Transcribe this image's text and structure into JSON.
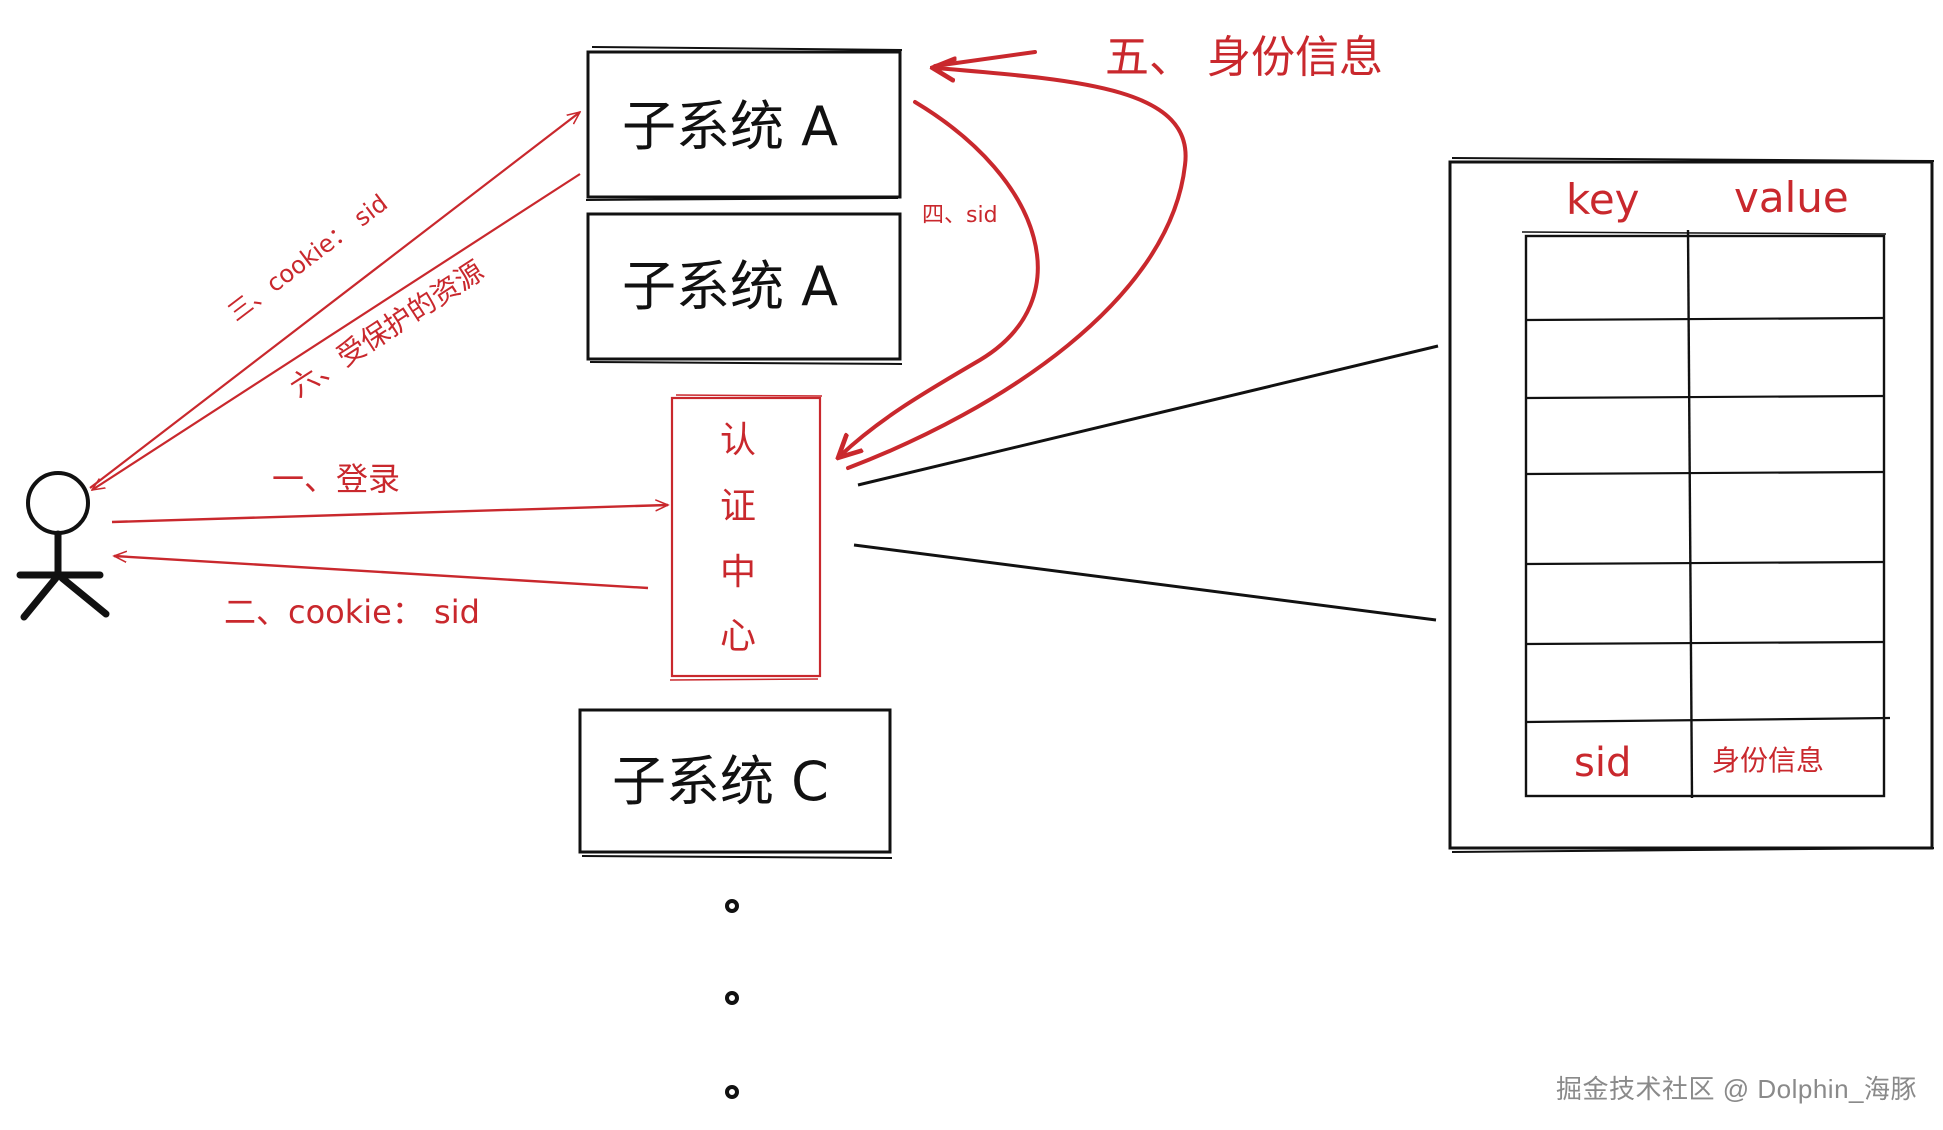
{
  "colors": {
    "ink": "#111111",
    "accent_red": "#c9282d",
    "watermark": "#8a8a8a"
  },
  "subsystems": {
    "a1": "子系统 A",
    "a2": "子系统 A",
    "c": "子系统 C"
  },
  "auth_center": {
    "chars": [
      "认",
      "证",
      "中",
      "心"
    ]
  },
  "steps": {
    "login": "一、登录",
    "cookie_return": "二、cookie： sid",
    "cookie_send": "三、cookie： sid",
    "sid_forward": "四、sid",
    "identity_info": "五、 身份信息",
    "protected_resource": "六、受保护的资源"
  },
  "store_table": {
    "headers": [
      "key",
      "value"
    ],
    "last_row": [
      "sid",
      "身份信息"
    ],
    "empty_rows": 6
  },
  "ellipsis_dots": 3,
  "icons": {
    "user": "stick-figure-icon"
  },
  "watermark": "掘金技术社区 @ Dolphin_海豚"
}
